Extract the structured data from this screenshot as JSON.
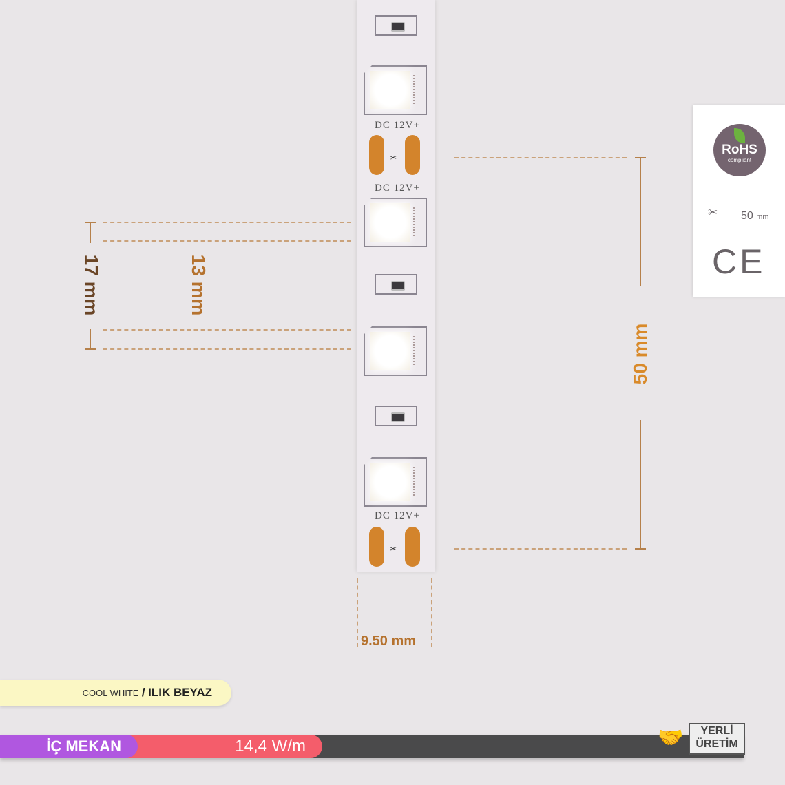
{
  "strip": {
    "label": "DC 12V+"
  },
  "dimensions": {
    "pitch": "50 mm",
    "width": "9.50 mm",
    "led_outer": "17 mm",
    "led_inner": "13 mm"
  },
  "certs": {
    "rohs_main": "RoHS",
    "rohs_sub": "compliant",
    "cut_value": "50",
    "cut_unit": "mm",
    "ce": "CE"
  },
  "color_tag": {
    "english": "COOL WHITE",
    "separator": "/",
    "turkish": "ILIK BEYAZ"
  },
  "info_bar": {
    "location": "İÇ MEKAN",
    "power": "14,4 W/m",
    "badge_line1": "YERLİ",
    "badge_line2": "ÜRETİM"
  },
  "colors": {
    "accent": "#d98a2a",
    "purple": "#b057e0",
    "pink": "#f45d6b",
    "dark": "#4a4a4b",
    "tag": "#fbf7c4"
  }
}
